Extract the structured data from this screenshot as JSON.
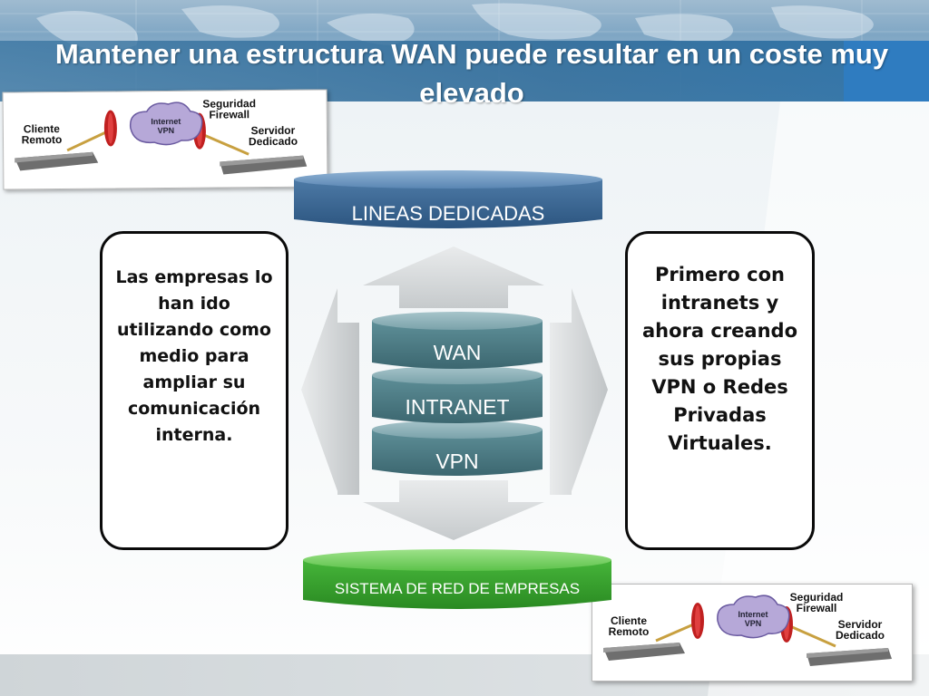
{
  "title": "Mantener una estructura WAN puede resultar en un coste muy elevado",
  "banners": {
    "top": "LINEAS DEDICADAS",
    "bottom": "SISTEMA DE RED DE EMPRESAS"
  },
  "stack": [
    "WAN",
    "INTRANET",
    "VPN"
  ],
  "left_text": "Las empresas lo han ido utilizando como medio para ampliar su comunicación interna.",
  "right_text": "Primero con intranets y ahora creando sus propias VPN o Redes Privadas Virtuales.",
  "network_diagram": {
    "client": [
      "Cliente",
      "Remoto"
    ],
    "cloud": [
      "Internet",
      "VPN"
    ],
    "firewall": [
      "Seguridad",
      "Firewall"
    ],
    "server": [
      "Servidor",
      "Dedicado"
    ]
  },
  "colors": {
    "header_blue": "#2f7cc0",
    "banner_blue": "#3d6a95",
    "banner_green": "#3aa833",
    "disc_teal": "#4a7b84",
    "arrow_gray": "#d0d3d4"
  },
  "icons": [
    "world-map",
    "vpn-cloud-icon",
    "firewall-icon",
    "router-icon"
  ]
}
